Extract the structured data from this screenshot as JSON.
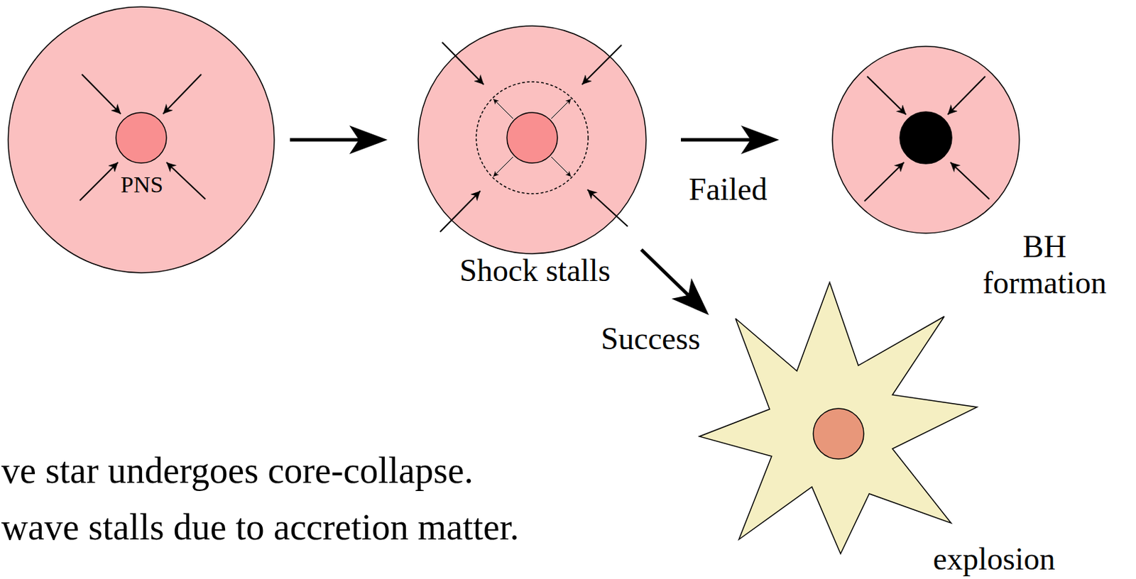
{
  "diagram": {
    "nodes": [
      {
        "text": [
          "PNS"
        ]
      },
      {
        "text": [
          "Shock stalls"
        ]
      },
      {
        "text": [
          "BH formation"
        ]
      },
      {
        "text": [
          "explosion"
        ]
      }
    ],
    "edges": [
      {
        "from": 0,
        "to": 1,
        "arrow": "to"
      },
      {
        "from": 1,
        "to": 2,
        "label": "Failed",
        "arrow": "to"
      },
      {
        "from": 1,
        "to": 3,
        "label": "Success",
        "arrow": "to"
      }
    ],
    "labels": [
      "ve star undergoes core-collapse.",
      "wave stalls due to accretion matter."
    ]
  }
}
